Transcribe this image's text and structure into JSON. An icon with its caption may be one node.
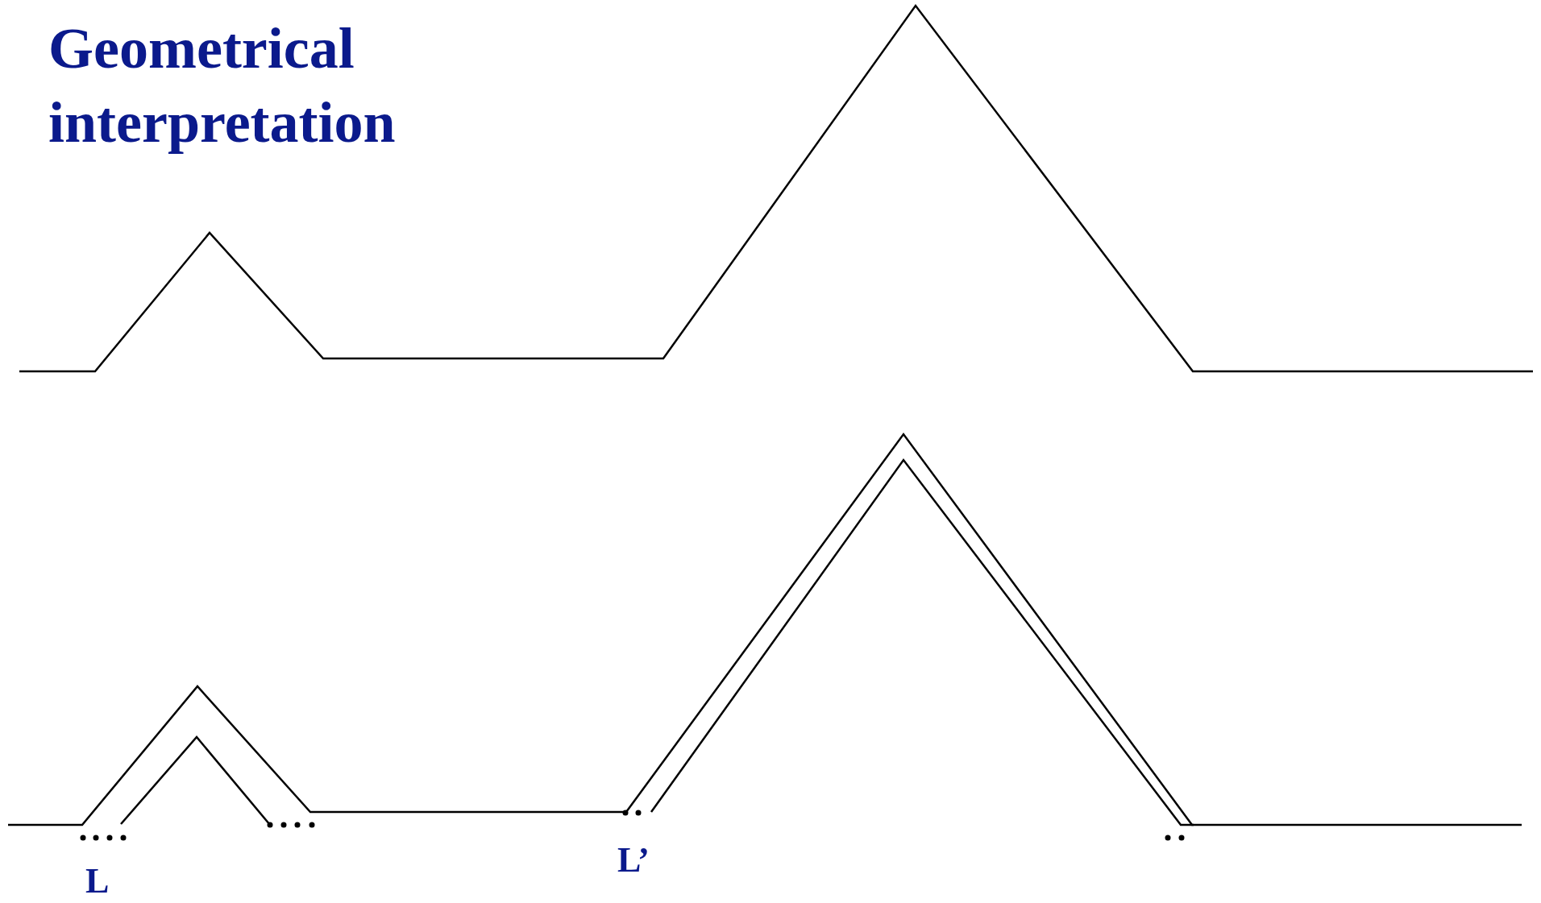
{
  "diagram": {
    "title": "Geometrical interpretation",
    "labels": [
      "L",
      "L’"
    ]
  }
}
